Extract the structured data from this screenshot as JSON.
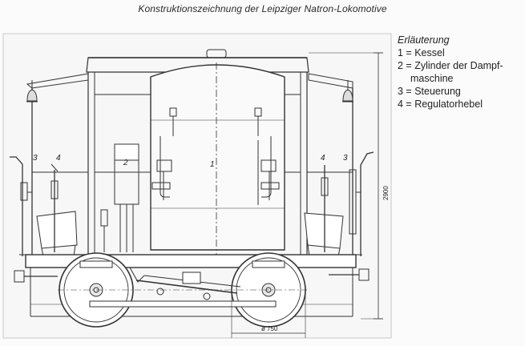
{
  "caption": "Konstruktionszeichnung der Leipziger Natron-Lokomotive",
  "legend": {
    "title": "Erläuterung",
    "items": [
      {
        "text": "1 = Kessel"
      },
      {
        "text": "2 = Zylinder der Dampf-",
        "cont": "maschine"
      },
      {
        "text": "3 = Steuerung"
      },
      {
        "text": "4 = Regulatorhebel"
      }
    ]
  },
  "labels": {
    "kessel": "1",
    "zylinder": "2",
    "steuerung_left": "3",
    "steuerung_right": "3",
    "regulator_left": "4",
    "regulator_right": "4"
  },
  "dimensions": {
    "height": "2900",
    "wheel": "ø 750"
  }
}
